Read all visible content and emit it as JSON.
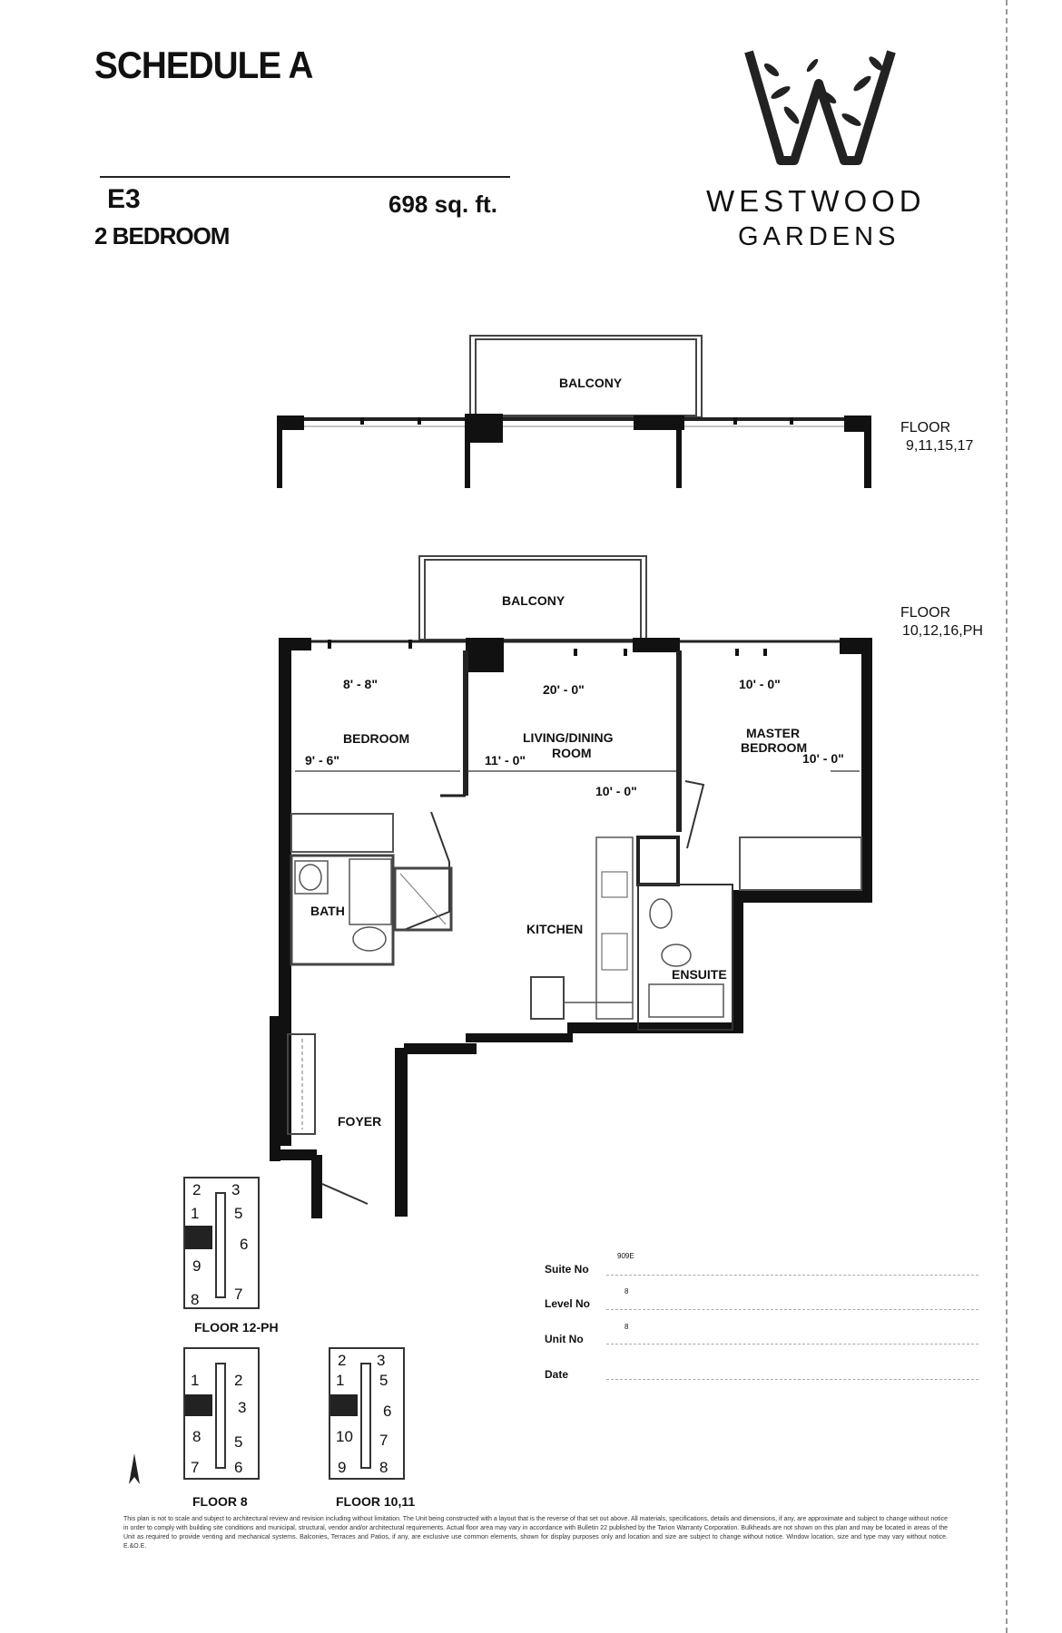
{
  "header": {
    "title": "SCHEDULE A",
    "unit_code": "E3",
    "bedrooms": "2 BEDROOM",
    "area": "698 sq. ft."
  },
  "brand": {
    "line1": "WESTWOOD",
    "line2": "GARDENS",
    "logo_icon": "leafy-w-logo-icon"
  },
  "floor_labels": {
    "upper_label": "FLOOR",
    "upper_floors": "9,11,15,17",
    "lower_label": "FLOOR",
    "lower_floors": "10,12,16,PH"
  },
  "rooms": {
    "balcony_upper": "BALCONY",
    "balcony_lower": "BALCONY",
    "bedroom": "BEDROOM",
    "living_dining_1": "LIVING/DINING",
    "living_dining_2": "ROOM",
    "master_1": "MASTER",
    "master_2": "BEDROOM",
    "bath": "BATH",
    "kitchen": "KITCHEN",
    "ensuite": "ENSUITE",
    "foyer": "FOYER"
  },
  "dimensions": {
    "bedroom_width": "8' - 8\"",
    "bedroom_depth": "9' - 6\"",
    "living_width": "20' - 0\"",
    "living_depth": "11' - 0\"",
    "living_depth_2": "10' - 0\"",
    "master_width": "10' - 0\"",
    "master_depth": "10' - 0\""
  },
  "key_plans": {
    "floor_12_ph": {
      "label": "FLOOR 12-PH",
      "units": [
        "2",
        "3",
        "1",
        "5",
        "6",
        "9",
        "8",
        "7"
      ]
    },
    "floor_8": {
      "label": "FLOOR 8",
      "units": [
        "1",
        "2",
        "3",
        "8",
        "5",
        "7",
        "6"
      ]
    },
    "floor_10_11": {
      "label": "FLOOR 10,11",
      "units": [
        "2",
        "3",
        "1",
        "5",
        "6",
        "10",
        "7",
        "9",
        "8"
      ]
    }
  },
  "form": {
    "suite_no": "Suite No",
    "suite_value": "909E",
    "level_no": "Level No",
    "level_value": "8",
    "unit_no": "Unit No",
    "unit_value": "8",
    "date": "Date"
  },
  "disclaimer": "This plan is not to scale and subject to architectural review and revision including without limitation. The Unit being constructed with a layout that is the reverse of that set out above. All materials, specifications, details and dimensions, if any, are approximate and subject to change without notice in order to comply with building site conditions and municipal, structural, vendor and/or architectural requirements. Actual floor area may vary in accordance with Bulletin 22 published by the Tarion Warranty Corporation. Bulkheads are not shown on this plan and may be located in areas of the Unit as required to provide venting and mechanical systems. Balconies, Terraces and Patios, if any, are exclusive use common elements, shown for display purposes only and location and size are subject to change without notice. Window location, size and type may vary without notice. E.&O.E."
}
